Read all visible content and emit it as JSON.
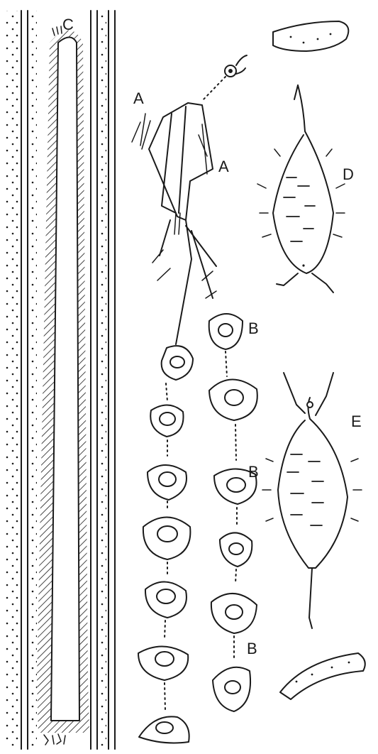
{
  "labels": {
    "c": "C",
    "a1": "A",
    "a2": "A",
    "d": "D",
    "b1": "B",
    "b2": "B",
    "b3": "B",
    "e": "E"
  },
  "colors": {
    "ink": "#1a1a1a",
    "background": "#ffffff"
  }
}
